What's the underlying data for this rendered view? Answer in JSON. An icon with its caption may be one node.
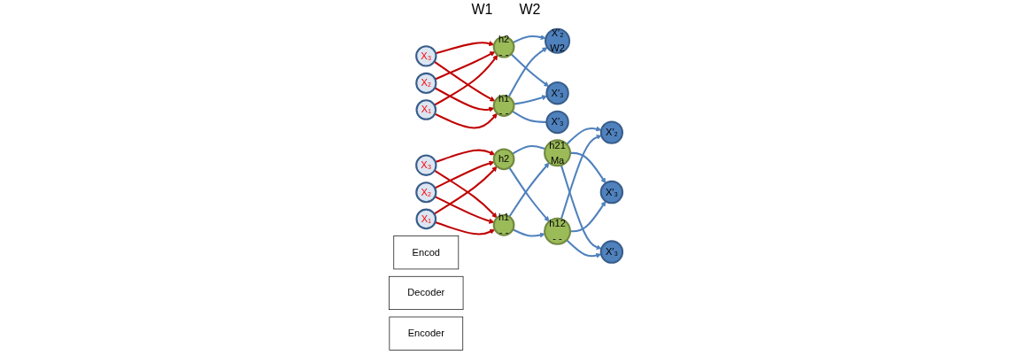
{
  "diagram": {
    "nodes": [
      {
        "text": [
          "X₁"
        ]
      },
      {
        "text": [
          "X₂"
        ]
      },
      {
        "text": [
          "X₃"
        ]
      },
      {
        "text": [
          "Encod"
        ]
      },
      {
        "text": [
          "Decoder"
        ]
      },
      {
        "text": [
          "h1",
          "- -"
        ]
      },
      {
        "text": [
          "h2",
          "- -"
        ]
      },
      {
        "text": [
          "X′₂",
          "W2"
        ]
      },
      {
        "text": [
          "X′₃"
        ]
      },
      {
        "text": [
          "X′₃"
        ]
      },
      {
        "text": [
          "X₁"
        ]
      },
      {
        "text": [
          "X₂"
        ]
      },
      {
        "text": [
          "X₃"
        ]
      },
      {
        "text": [
          "Encoder"
        ]
      },
      {
        "text": [
          "h1",
          "- -"
        ]
      },
      {
        "text": [
          "h2"
        ]
      },
      {
        "text": [
          "h12",
          "- -"
        ]
      },
      {
        "text": [
          "h21",
          "Ma"
        ]
      },
      {
        "text": [
          "X′₂"
        ]
      },
      {
        "text": [
          "X′₃"
        ]
      },
      {
        "text": [
          "X′₃"
        ]
      }
    ],
    "edges": [
      {
        "from": 0,
        "to": 5,
        "arrow": "to",
        "color": "#c00000"
      },
      {
        "from": 0,
        "to": 6,
        "arrow": "to",
        "color": "#c00000"
      },
      {
        "from": 1,
        "to": 5,
        "arrow": "to",
        "color": "#c00000"
      },
      {
        "from": 1,
        "to": 6,
        "arrow": "to",
        "color": "#c00000"
      },
      {
        "from": 2,
        "to": 5,
        "arrow": "to",
        "color": "#c00000"
      },
      {
        "from": 2,
        "to": 6,
        "arrow": "to",
        "color": "#c00000"
      },
      {
        "from": 5,
        "to": 7,
        "arrow": "to"
      },
      {
        "from": 5,
        "to": 8,
        "arrow": "to"
      },
      {
        "from": 5,
        "to": 9,
        "arrow": "none"
      },
      {
        "from": 6,
        "to": 7,
        "arrow": "to"
      },
      {
        "from": 6,
        "to": 8,
        "arrow": "to"
      },
      {
        "from": 10,
        "to": 14,
        "arrow": "to",
        "color": "#c00000"
      },
      {
        "from": 10,
        "to": 15,
        "arrow": "to",
        "color": "#c00000"
      },
      {
        "from": 11,
        "to": 14,
        "arrow": "to",
        "color": "#c00000"
      },
      {
        "from": 11,
        "to": 15,
        "arrow": "to",
        "color": "#c00000"
      },
      {
        "from": 12,
        "to": 14,
        "arrow": "to",
        "color": "#c00000"
      },
      {
        "from": 12,
        "to": 15,
        "arrow": "to",
        "color": "#c00000"
      },
      {
        "from": 14,
        "to": 16,
        "arrow": "to"
      },
      {
        "from": 14,
        "to": 17,
        "arrow": "to"
      },
      {
        "from": 15,
        "to": 16,
        "arrow": "to"
      },
      {
        "from": 15,
        "to": 17,
        "arrow": "none"
      },
      {
        "from": 16,
        "to": 18,
        "arrow": "to"
      },
      {
        "from": 16,
        "to": 19,
        "arrow": "to"
      },
      {
        "from": 16,
        "to": 20,
        "arrow": "to"
      },
      {
        "from": 17,
        "to": 18,
        "arrow": "to"
      },
      {
        "from": 17,
        "to": 19,
        "arrow": "to"
      },
      {
        "from": 17,
        "to": 20,
        "arrow": "to"
      }
    ],
    "labels": [
      "W1",
      "W2"
    ]
  }
}
